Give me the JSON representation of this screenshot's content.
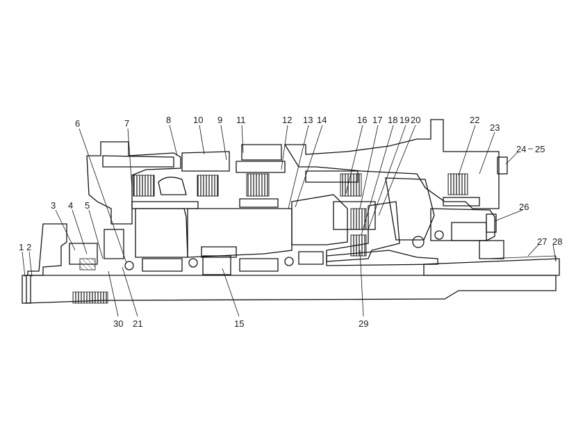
{
  "callouts": {
    "c1": "1",
    "c2": "2",
    "c3": "3",
    "c4": "4",
    "c5": "5",
    "c6": "6",
    "c7": "7",
    "c8": "8",
    "c9": "9",
    "c10": "10",
    "c11": "11",
    "c12": "12",
    "c13": "13",
    "c14": "14",
    "c15": "15",
    "c16": "16",
    "c17": "17",
    "c18": "18",
    "c19": "19",
    "c20": "20",
    "c21": "21",
    "c22": "22",
    "c23": "23",
    "c24": "24",
    "c25": "25",
    "c26": "26",
    "c27": "27",
    "c28": "28",
    "c29": "29",
    "c30": "30"
  },
  "colors": {
    "ink": "#111111",
    "paper": "#ffffff"
  }
}
